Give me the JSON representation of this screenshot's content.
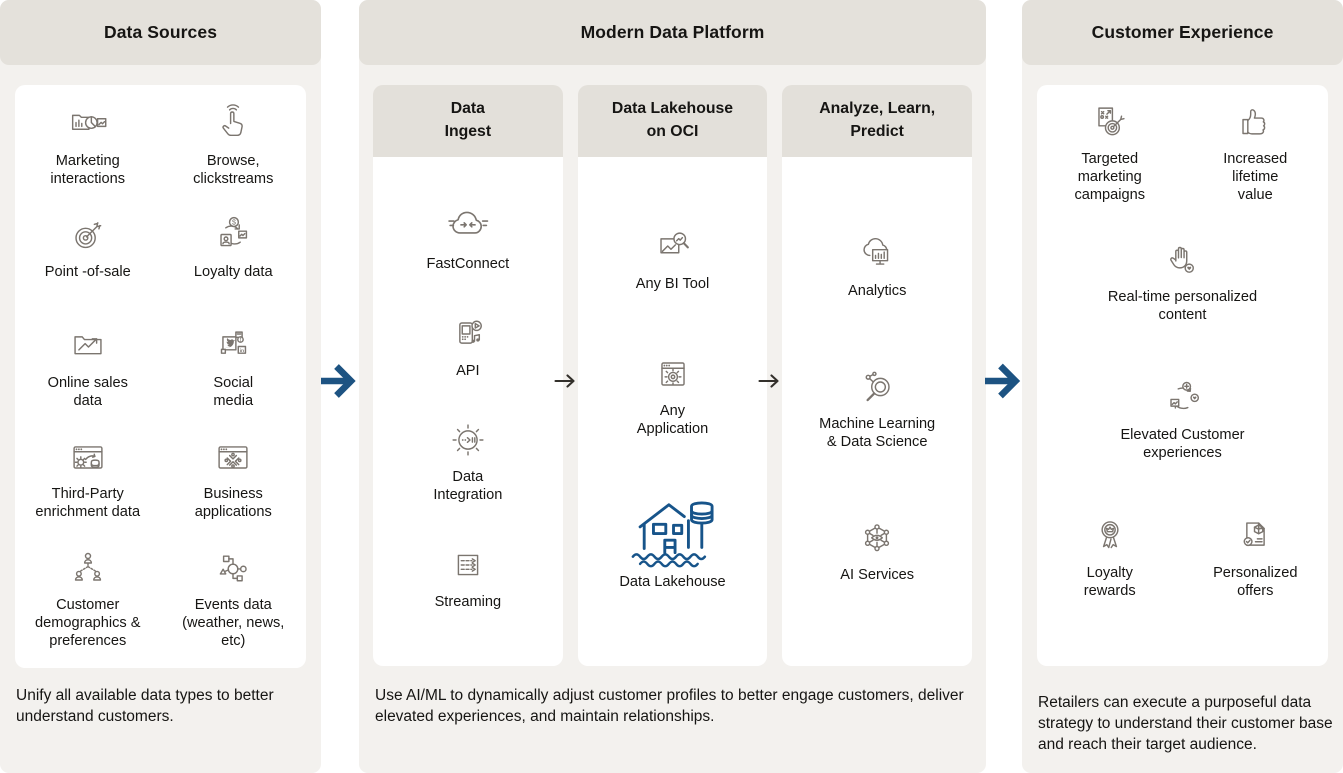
{
  "colors": {
    "accent_navy": "#17548a",
    "header_fill": "#e4e1db",
    "panel_fill": "#f3f1ee",
    "icon_gray": "#7b756f",
    "text": "#161513"
  },
  "panels": {
    "data_sources": {
      "title": "Data Sources",
      "items": [
        {
          "icon": "marketing-interactions-icon",
          "label": "Marketing\ninteractions"
        },
        {
          "icon": "browse-clickstreams-icon",
          "label": "Browse,\nclickstreams"
        },
        {
          "icon": "point-of-sale-icon",
          "label": "Point -of-sale"
        },
        {
          "icon": "loyalty-data-icon",
          "label": "Loyalty data"
        },
        {
          "icon": "online-sales-data-icon",
          "label": "Online sales\ndata"
        },
        {
          "icon": "social-media-icon",
          "label": "Social\nmedia"
        },
        {
          "icon": "third-party-enrichment-icon",
          "label": "Third-Party\nenrichment data"
        },
        {
          "icon": "business-applications-icon",
          "label": "Business\napplications"
        },
        {
          "icon": "customer-demographics-icon",
          "label": "Customer\ndemographics &\npreferences"
        },
        {
          "icon": "events-data-icon",
          "label": "Events data\n(weather, news,\netc)"
        }
      ],
      "caption": "Unify all available data types to better understand customers."
    },
    "platform": {
      "title": "Modern Data Platform",
      "sub_columns": [
        {
          "title": "Data\nIngest",
          "items": [
            {
              "icon": "fastconnect-icon",
              "label": "FastConnect"
            },
            {
              "icon": "api-icon",
              "label": "API"
            },
            {
              "icon": "data-integration-icon",
              "label": "Data\nIntegration"
            },
            {
              "icon": "streaming-icon",
              "label": "Streaming"
            }
          ]
        },
        {
          "title": "Data Lakehouse\non OCI",
          "items": [
            {
              "icon": "any-bi-tool-icon",
              "label": "Any BI Tool"
            },
            {
              "icon": "any-application-icon",
              "label": "Any\nApplication"
            },
            {
              "icon": "data-lakehouse-icon",
              "label": "Data Lakehouse"
            }
          ]
        },
        {
          "title": "Analyze, Learn,\nPredict",
          "items": [
            {
              "icon": "analytics-icon",
              "label": "Analytics"
            },
            {
              "icon": "machine-learning-icon",
              "label": "Machine Learning\n& Data Science"
            },
            {
              "icon": "ai-services-icon",
              "label": "AI Services"
            }
          ]
        }
      ],
      "caption": "Use AI/ML to dynamically adjust customer profiles to better engage customers, deliver elevated experiences, and maintain relationships."
    },
    "customer_experience": {
      "title": "Customer Experience",
      "items": [
        {
          "icon": "targeted-marketing-icon",
          "label": "Targeted\nmarketing\ncampaigns"
        },
        {
          "icon": "increased-lifetime-value-icon",
          "label": "Increased\nlifetime\nvalue"
        },
        {
          "icon": "realtime-personalized-content-icon",
          "label": "Real-time personalized\ncontent"
        },
        {
          "icon": "elevated-customer-experiences-icon",
          "label": "Elevated Customer\nexperiences"
        },
        {
          "icon": "loyalty-rewards-icon",
          "label": "Loyalty\nrewards"
        },
        {
          "icon": "personalized-offers-icon",
          "label": "Personalized\noffers"
        }
      ],
      "caption": "Retailers can execute a purposeful data strategy to understand their customer base and reach their target audience."
    }
  }
}
